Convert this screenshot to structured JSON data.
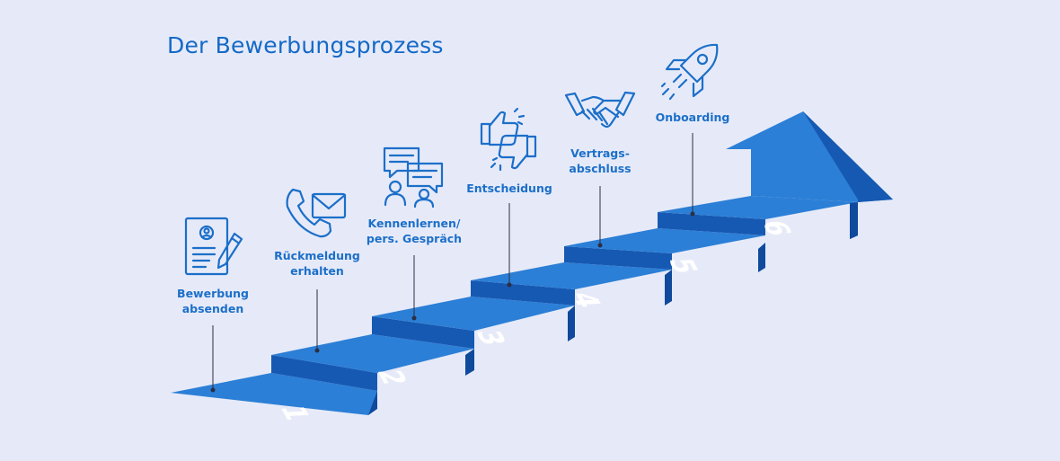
{
  "title": "Der Bewerbungsprozess",
  "colors": {
    "background": "#e6eaf8",
    "accent": "#1c6fc9",
    "step_top": "#2c7fd6",
    "step_riser": "#1659b3",
    "step_side": "#0f4a9c"
  },
  "steps": [
    {
      "number": "1",
      "label": "Bewerbung\nabsenden",
      "icon": "application-form-icon"
    },
    {
      "number": "2",
      "label": "Rückmeldung\nerhalten",
      "icon": "phone-mail-icon"
    },
    {
      "number": "3",
      "label": "Kennenlernen/\npers. Gespräch",
      "icon": "conversation-icon"
    },
    {
      "number": "4",
      "label": "Entscheidung",
      "icon": "thumbs-up-down-icon"
    },
    {
      "number": "5",
      "label": "Vertrags-\nabschluss",
      "icon": "handshake-icon"
    },
    {
      "number": "6",
      "label": "Onboarding",
      "icon": "rocket-icon"
    }
  ]
}
